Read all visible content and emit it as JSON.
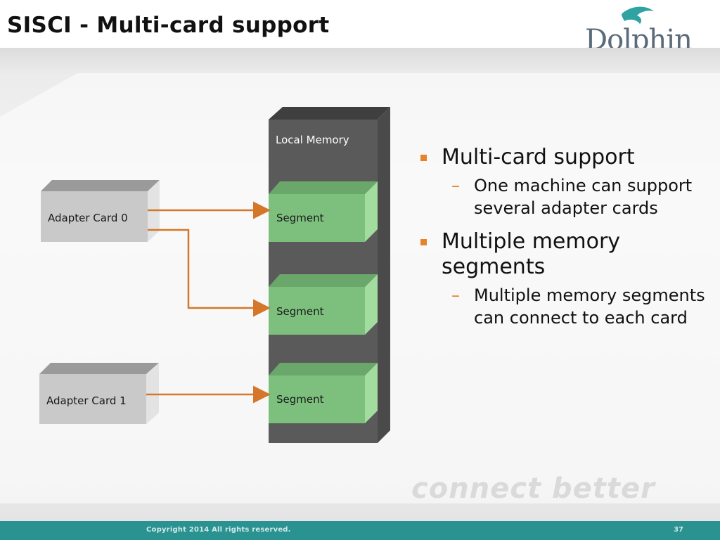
{
  "slide": {
    "title": "SISCI - Multi-card support",
    "logo_text": "Dolphin",
    "watermark": "connect better",
    "footer_copyright": "Copyright 2014  All rights reserved.",
    "page_number": "37"
  },
  "diagram": {
    "memory_label": "Local Memory",
    "adapters": [
      "Adapter Card 0",
      "Adapter Card 1"
    ],
    "segments": [
      "Segment",
      "Segment",
      "Segment"
    ]
  },
  "bullets": [
    {
      "text": "Multi-card support",
      "sub": "One machine can support several adapter cards"
    },
    {
      "text": "Multiple memory segments",
      "sub": "Multiple memory segments can connect to each card"
    }
  ],
  "colors": {
    "accent": "#e8822a",
    "footer": "#2a9291",
    "segment": "#7dc07e",
    "memory": "#5a5a5a",
    "adapter": "#c9c9c9"
  }
}
